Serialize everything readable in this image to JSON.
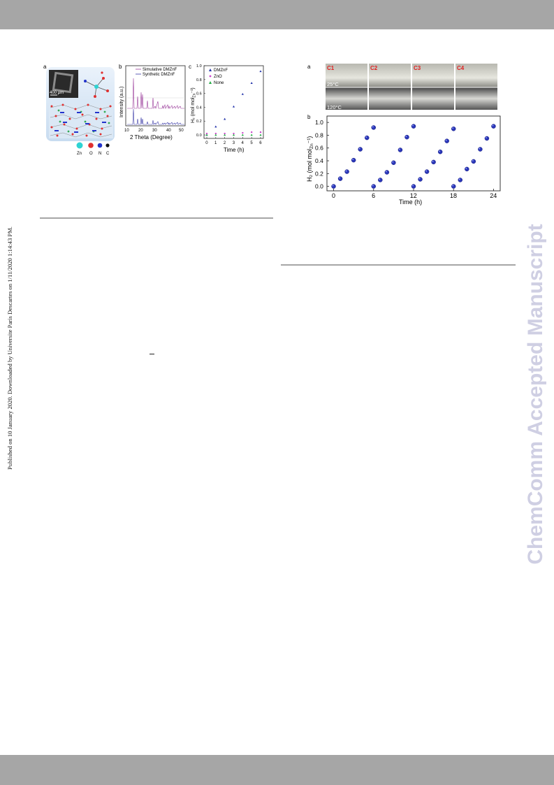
{
  "side_note": "Published on 10 January 2020. Downloaded by Universite Paris Descartes on 1/11/2020 1:14:43 PM.",
  "watermark": "ChemComm Accepted Manuscript",
  "figure1": {
    "panel_a": {
      "label": "a",
      "scale_bar": "400 μm",
      "legend": [
        "Zn",
        "O",
        "N",
        "C"
      ],
      "legend_colors": [
        "#2ed3d3",
        "#e03030",
        "#2233cc",
        "#111111"
      ]
    },
    "panel_b": {
      "label": "b",
      "ylabel": "Intensity (a.u.)",
      "xlabel": "2 Theta (Degree)",
      "legend": [
        "Simulative DMZnF",
        "Synthetic DMZnF"
      ],
      "colors": [
        "#9a3a9a",
        "#3a3aa8"
      ],
      "xticks": [
        "10",
        "20",
        "30",
        "40",
        "50"
      ]
    },
    "panel_c": {
      "label": "c",
      "ylabel": "H₂ (mol mol",
      "ylabel_sub": "Zn",
      "ylabel_end": "⁻¹)",
      "xlabel": "Time (h)",
      "xticks": [
        "0",
        "1",
        "2",
        "3",
        "4",
        "5",
        "6"
      ],
      "yticks": [
        "0.0",
        "0.2",
        "0.4",
        "0.6",
        "0.8",
        "1.0"
      ]
    }
  },
  "figure2": {
    "panel_a": {
      "label": "a",
      "vials": [
        "C1",
        "C2",
        "C3",
        "C4"
      ],
      "row_labels": [
        "25°C",
        "120°C"
      ]
    },
    "panel_b": {
      "label": "b",
      "ylabel": "H₂ (mol mol",
      "ylabel_sub": "Zn",
      "ylabel_end": "⁻¹)",
      "xlabel": "Time (h)",
      "xticks": [
        "0",
        "6",
        "12",
        "18",
        "24"
      ],
      "yticks": [
        "0.0",
        "0.2",
        "0.4",
        "0.6",
        "0.8",
        "1.0"
      ]
    }
  },
  "chart_data": [
    {
      "type": "scatter",
      "panel": "figure1-c",
      "xlabel": "Time (h)",
      "ylabel": "H2 (mol molZn-1)",
      "xlim": [
        0,
        6
      ],
      "ylim": [
        -0.05,
        1.0
      ],
      "legend_position": "top-left",
      "series": [
        {
          "name": "DMZnF",
          "color": "#2233aa",
          "x": [
            0,
            1,
            2,
            3,
            4,
            5,
            6
          ],
          "y": [
            0.0,
            0.12,
            0.23,
            0.41,
            0.59,
            0.75,
            0.92
          ]
        },
        {
          "name": "ZnO",
          "color": "#cc44cc",
          "x": [
            0,
            1,
            2,
            3,
            4,
            5,
            6
          ],
          "y": [
            0.0,
            0.0,
            0.0,
            0.0,
            0.01,
            0.02,
            0.02
          ]
        },
        {
          "name": "None",
          "color": "#22aa44",
          "x": [
            0,
            1,
            2,
            3,
            4,
            5,
            6
          ],
          "y": [
            0.0,
            0.0,
            0.0,
            0.0,
            0.0,
            0.0,
            0.0
          ]
        }
      ]
    },
    {
      "type": "scatter",
      "panel": "figure2-b",
      "xlabel": "Time (h)",
      "ylabel": "H2 (mol molZn-1)",
      "xlim": [
        -1,
        25
      ],
      "ylim": [
        -0.07,
        1.1
      ],
      "series": [
        {
          "color": "#2a36b8",
          "x": [
            0,
            1,
            2,
            3,
            4,
            5,
            6,
            6,
            7,
            8,
            9,
            10,
            11,
            12,
            12,
            13,
            14,
            15,
            16,
            17,
            18,
            18,
            19,
            20,
            21,
            22,
            23,
            24
          ],
          "y": [
            0.0,
            0.12,
            0.23,
            0.41,
            0.58,
            0.76,
            0.92,
            0.0,
            0.1,
            0.22,
            0.37,
            0.57,
            0.77,
            0.94,
            0.0,
            0.11,
            0.23,
            0.38,
            0.54,
            0.71,
            0.9,
            0.0,
            0.1,
            0.27,
            0.39,
            0.58,
            0.75,
            0.94
          ]
        }
      ]
    }
  ]
}
